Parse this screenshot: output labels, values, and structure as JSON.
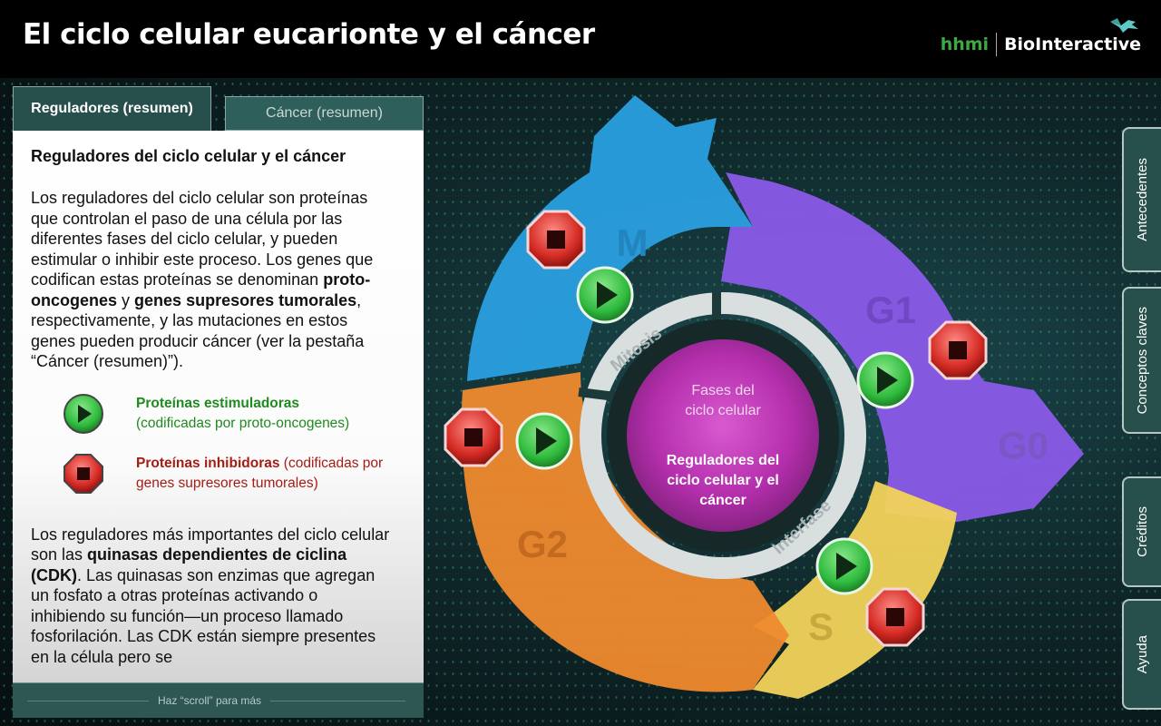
{
  "header": {
    "title": "El ciclo celular eucarionte y el cáncer",
    "logo_hhmi": "hhmi",
    "logo_bio": "BioInteractive"
  },
  "tabs": [
    {
      "label": "Reguladores (resumen)",
      "active": true
    },
    {
      "label": "Cáncer (resumen)",
      "active": false
    }
  ],
  "panel": {
    "heading": "Reguladores del ciclo celular y el cáncer",
    "para1_a": "Los reguladores del ciclo celular son proteínas que controlan el paso de una célula por las diferentes fases del ciclo celular, y pueden estimular o inhibir este proceso. Los genes que codifican estas proteínas se denominan ",
    "para1_b": "proto-oncogenes",
    "para1_c": " y ",
    "para1_d": "genes supresores tumorales",
    "para1_e": ", respectivamente, y las mutaciones en estos genes pueden producir cáncer (ver la pestaña “Cáncer (resumen)”).",
    "legend_green_bold": "Proteínas estimuladoras",
    "legend_green_rest": "(codificadas por proto-oncogenes)",
    "legend_red_bold": "Proteínas inhibidoras",
    "legend_red_rest": " (codificadas por genes supresores tumorales)",
    "para2_a": "Los reguladores más importantes del ciclo celular son las ",
    "para2_b": "quinasas dependientes de ciclina (CDK)",
    "para2_c": ". Las quinasas son enzimas que agregan un fosfato a otras proteínas activando o inhibiendo su función—un proceso llamado fosforilación. Las CDK están siempre presentes en la célula pero se"
  },
  "scroll_hint": "Haz “scroll” para más",
  "side_tabs": [
    "Antecedentes",
    "Conceptos claves",
    "Créditos",
    "Ayuda"
  ],
  "diagram": {
    "phases": [
      "M",
      "G1",
      "G0",
      "S",
      "G2"
    ],
    "ring_labels": [
      "Mitosis",
      "Interfase"
    ],
    "center_top": [
      "Fases del",
      "ciclo celular"
    ],
    "center_bottom": [
      "Reguladores del",
      "ciclo celular y el",
      "cáncer"
    ]
  },
  "colors": {
    "stage_bg": "#10292c",
    "panel_tab": "#27504c",
    "phase_m": "#2a9fe0",
    "phase_g1": "#8a5ae8",
    "phase_s": "#f2d35a",
    "phase_g2": "#ef8a2e",
    "center": "#c93bc3",
    "stimulator": "#2fbb3e",
    "inhibitor": "#c8201c"
  }
}
